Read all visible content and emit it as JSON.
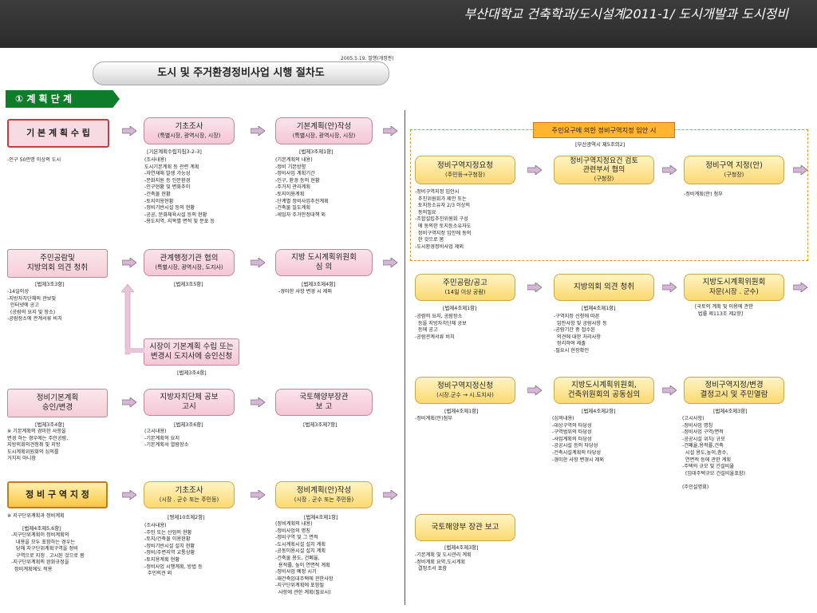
{
  "header": {
    "title": "부산대학교 건축학과/도시설계2011-1/ 도시개발과 도시정비"
  },
  "doc": {
    "date": "2005.5.19. 발행(개정판)",
    "title": "도시 및 주거환경정비사업 시행 절차도",
    "stage": "① 계 획 단 계"
  },
  "left": {
    "basic_plan": {
      "label": "기 본 계 획 수 립",
      "note": "-인구 50만명 이상의 도시"
    },
    "hearing": {
      "label1": "주민공람및",
      "label2": "지방의회 의견 청취",
      "ref": "[법제3조3항]",
      "note": "-14일이상\n-지방자치단체의 관보및\n  인터넷에 공고\n  (공람의 요지 및 장소)\n-공람장소에 관계서류 비치"
    },
    "approval": {
      "label1": "정비기본계획",
      "label2": "승인/변경",
      "ref": "[법제3조4항]",
      "note": "※ 기본계획의 경미한 사항을\n변경 하는 경우에는 주민공람,\n지방의회의견청취 및 지방\n도시계획위원회의 심의를\n거치지 아니함"
    },
    "designation": {
      "label": "정 비 구 역 지 정",
      "note1": "※ 지구단위계획과 정비계획",
      "ref": "[법제4조제5,6항]",
      "note2": "-지구단위계획이 정비계획의\n   내용을 모두 포함하는 경우는\n   당해 지구단위계획구역을 정비\n   구역으로 지정 . 고시된 것으로 봄\n-지구단위계획의 완화규정을\n  정비계획에도 적용"
    }
  },
  "col2": {
    "survey": {
      "title": "기초조사",
      "sub": "(특별시장, 광역시장, 시장)",
      "ref": "[기본계획수립지침3-2-3]",
      "note": "(조사내용)\n도시기본계획 등 관련 계획\n-자연재해 발생 가능성\n-문화지원 등 인문환경\n-인구현황 및 변화추이\n-건축물 현황\n-토지이용현황\n-정비기반시설 등의 현황\n-공공, 문화체육시설 등의 현황\n-용도지역, 지목별 면적 및 분포 등"
    },
    "consult": {
      "title": "관계행정기관 협의",
      "sub": "(특별시장, 광역시장, 도지사)",
      "ref": "[법제3조5항]"
    },
    "mayor": {
      "line1": "시장이 기본계획 수립 또는",
      "line2": "변경시 도지사에 승인신청",
      "ref": "[법제3조4항]"
    },
    "report": {
      "line1": "지방자치단체 공보",
      "line2": "고시",
      "ref": "[법제3조6항]",
      "note": "(고시내용)\n-기본계획의 요지\n-기본계획서 열람장소"
    },
    "survey2": {
      "title": "기초조사",
      "sub": "(시장 . 군수 또는 주민등)",
      "ref": "[영제10조제2항]",
      "note": "(조사내용)\n-주민 또는 산업의 현황\n-토지/건축물 이용현황\n-정비기반시설 설치 현황\n-정비/주변지역 교통상황\n-토지용계획 현황\n-정비사업 시행계획, 방법 등\n  주민의견 외"
    }
  },
  "col3": {
    "draft": {
      "title": "기본계획(안)작성",
      "sub": "(특별시장, 광역시장, 시장)",
      "ref": "[법제3조제1항]",
      "note": "(기본계획의 내용)\n-정비 기본방향\n-정비사업 계획기간\n-인구, 환경 등의 현황\n-주거지 관리계획\n-토지이용계획\n-단계별 정비사업추진계획\n-건축물 밀도계획\n-세입자 주거안정대책 외"
    },
    "committee": {
      "line1": "지방 도시계획위원회",
      "line2": "심 의",
      "ref": "[법제3조제4항]",
      "note": "-경미한 사항 변경 시 제외"
    },
    "ministry": {
      "line1": "국토해양부장관",
      "line2": "보 고",
      "ref": "[법제3조제7항]"
    },
    "draft2": {
      "title": "정비계획(안)작성",
      "sub": "(시장 . 군수 또는 주민등)",
      "ref": "[법제4조제1항]",
      "note": "(정비계획의 내용)\n-정비사업의 명칭\n-정비구역 및 그 면적\n-도시계획시설 설치 계획\n-공동이용시설 설치 계획\n-건축물 용도, 건폐율,\n  용적률, 높이 연면적 계획\n-정비사업 예정 시기\n-재건축임대주택에 관한사항\n-지구단위계획에 포함될\n  사항에 관한 계획(필요시)"
    }
  },
  "right": {
    "orange_label": "주민요구에 의한 정비구역지정 입안 시",
    "busan_ref": "[부산광역시 제5조의2]",
    "request": {
      "line1": "정비구역지정요청",
      "line2": "(주민등→구청장)",
      "note": "-정비구역지정 입안시\n  추진위원회가 제안 또는\n  토지등소유자 2/3 이상의\n  동의필요\n-조합설립추진위원회 구성\n  에 동의한 토지등소유자도\n  정비구역지정 입안에 동의\n  한 것으로 봄\n-도시환경정비사업 제외"
    },
    "review": {
      "line1": "정비구역지정요건 검토",
      "line2": "관련부서 협의",
      "line3": "(구청장)"
    },
    "designate": {
      "line1": "정비구역 지정(안)",
      "line2": "(구청장)",
      "note": "-정비계획(안) 첨부"
    },
    "public": {
      "line1": "주민공람/공고",
      "line2": "(14일 이상 공람)",
      "ref": "[법제4조제1항]",
      "note": "-공람의 요지, 공람장소\n  등을 지방자치단체 공보\n  등에 공고\n-공람관계서류 비치"
    },
    "council": {
      "line1": "지방의회 의견 청취",
      "ref": "[법제4조제1항]",
      "note": "-구역지정 신청에 따른\n  입안사항 및 공람사항 등\n-공람기간 중 접수된\n  의견에 대한 처리사항\n  정리하여 제출\n-필요시 현장확인"
    },
    "advice": {
      "line1": "지방도시계획위원회",
      "line2": "자문(시장 . 군수)",
      "note": "[국토의 계획 및 이용에 관한\n  법률 제113조 제2항]"
    },
    "apply": {
      "line1": "정비구역지정신청",
      "line2": "(시장.군수 → 시.도지사)",
      "ref": "[법제4조제1항]",
      "note": "-정비계획(안)첨부"
    },
    "joint": {
      "line1": "지방도시계획위원회,",
      "line2": "건축위원회의 공동심의",
      "ref": "[법제4조제2항]",
      "note": "(심의내용)\n-대상구역의 타당성\n-구역범위의 타당성\n-사업계획의 타당성\n-공공시설 등의 타당성\n-건축시설계획의 타당성\n-경미한 사항 변경시 제외"
    },
    "final": {
      "line1": "정비구역지정/변경",
      "line2": "결정고시 및 주민열람",
      "ref": "[법제4조제3항]",
      "note": "(고시사항)\n-정비사업 명칭\n-정비사업 구역/면적\n-공공시설 위치/ 규모\n-건폐율,용적률,건축\n  시설 용도,높이,층수,\n  연면적 등에 관한 계획\n-주택의 규모 및 건설비율\n  (임대주택규모 건설비율포함)\n\n(주민설명회)"
    },
    "minister": {
      "line1": "국토해양부 장관 보고",
      "ref": "[법제4조제3항]",
      "note": "-기본계획 및 도시관리 계획\n-정비계획 요약,도시계획\n  결정조서 포함"
    }
  },
  "colors": {
    "header_bg": "#333333",
    "stage_green": "#0d7d2a",
    "pink_box": "#f4c6d6",
    "yellow_box": "#fbd970",
    "orange_label": "#ffb52e",
    "arrow_fill": "#d7b4d8"
  }
}
